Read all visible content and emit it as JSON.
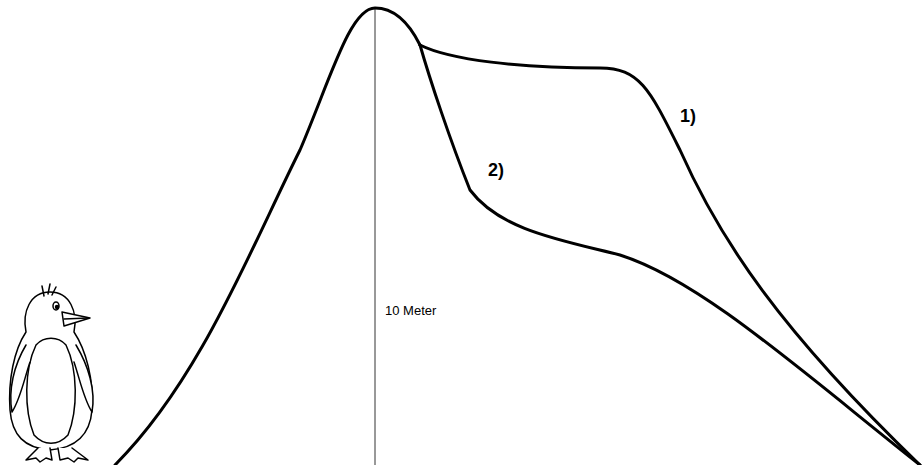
{
  "diagram": {
    "labels": [
      "1)",
      "2)",
      "10 Meter"
    ]
  }
}
